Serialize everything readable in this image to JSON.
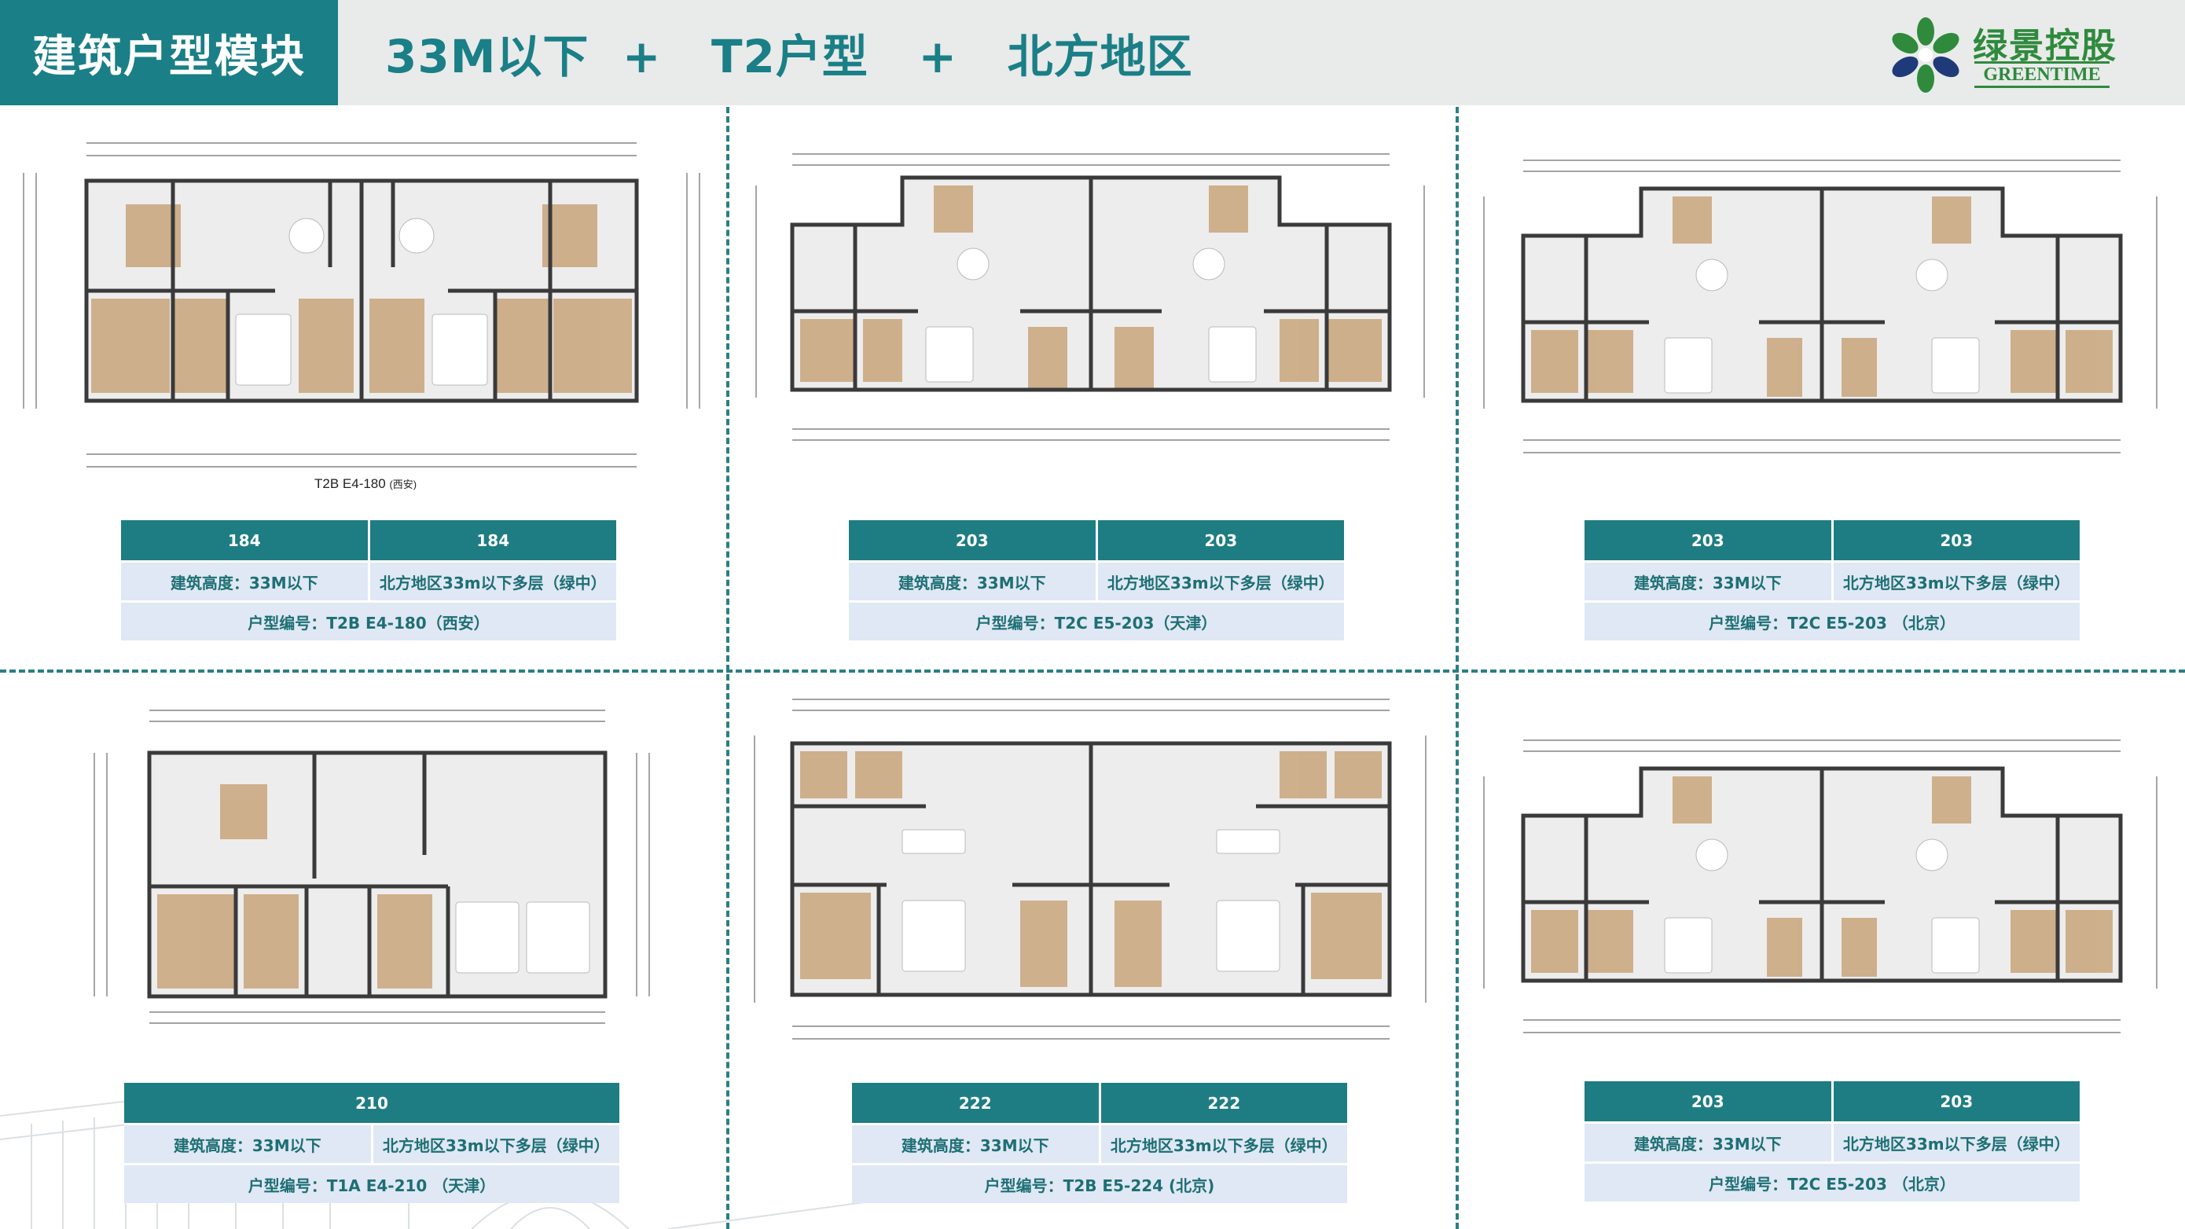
{
  "header": {
    "section": "建筑户型模块",
    "title": "33M以下  +   T2户型   +   北方地区"
  },
  "logo": {
    "name_cn": "绿景控股",
    "name_en": "GREENTIME",
    "icon": "flower-logo-icon",
    "colors": {
      "green": "#2f8a3c",
      "navy": "#1f3a78"
    }
  },
  "colors": {
    "teal": "#1a7f86",
    "header_bg": "#e9eaea",
    "table_body": "#dfe8f4"
  },
  "panels": [
    {
      "plan_caption": "T2B E4-180",
      "plan_caption_note": "(西安)",
      "area_left": "184",
      "area_right": "184",
      "height_label": "建筑高度：33M以下",
      "region_label": "北方地区33m以下多层（绿中）",
      "code_label": "户型编号：T2B E4-180（西安）"
    },
    {
      "area_left": "203",
      "area_right": "203",
      "height_label": "建筑高度：33M以下",
      "region_label": "北方地区33m以下多层（绿中）",
      "code_label": "户型编号：T2C E5-203（天津）"
    },
    {
      "area_left": "203",
      "area_right": "203",
      "height_label": "建筑高度：33M以下",
      "region_label": "北方地区33m以下多层（绿中）",
      "code_label": "户型编号：T2C E5-203   （北京）"
    },
    {
      "area": "210",
      "height_label": "建筑高度：33M以下",
      "region_label": "北方地区33m以下多层（绿中）",
      "code_label": "户型编号：T1A E4-210 （天津）"
    },
    {
      "area_left": "222",
      "area_right": "222",
      "height_label": "建筑高度：33M以下",
      "region_label": "北方地区33m以下多层（绿中）",
      "code_label": "户型编号：T2B E5-224 (北京)"
    },
    {
      "area_left": "203",
      "area_right": "203",
      "height_label": "建筑高度：33M以下",
      "region_label": "北方地区33m以下多层（绿中）",
      "code_label": "户型编号：T2C E5-203   （北京）"
    }
  ]
}
